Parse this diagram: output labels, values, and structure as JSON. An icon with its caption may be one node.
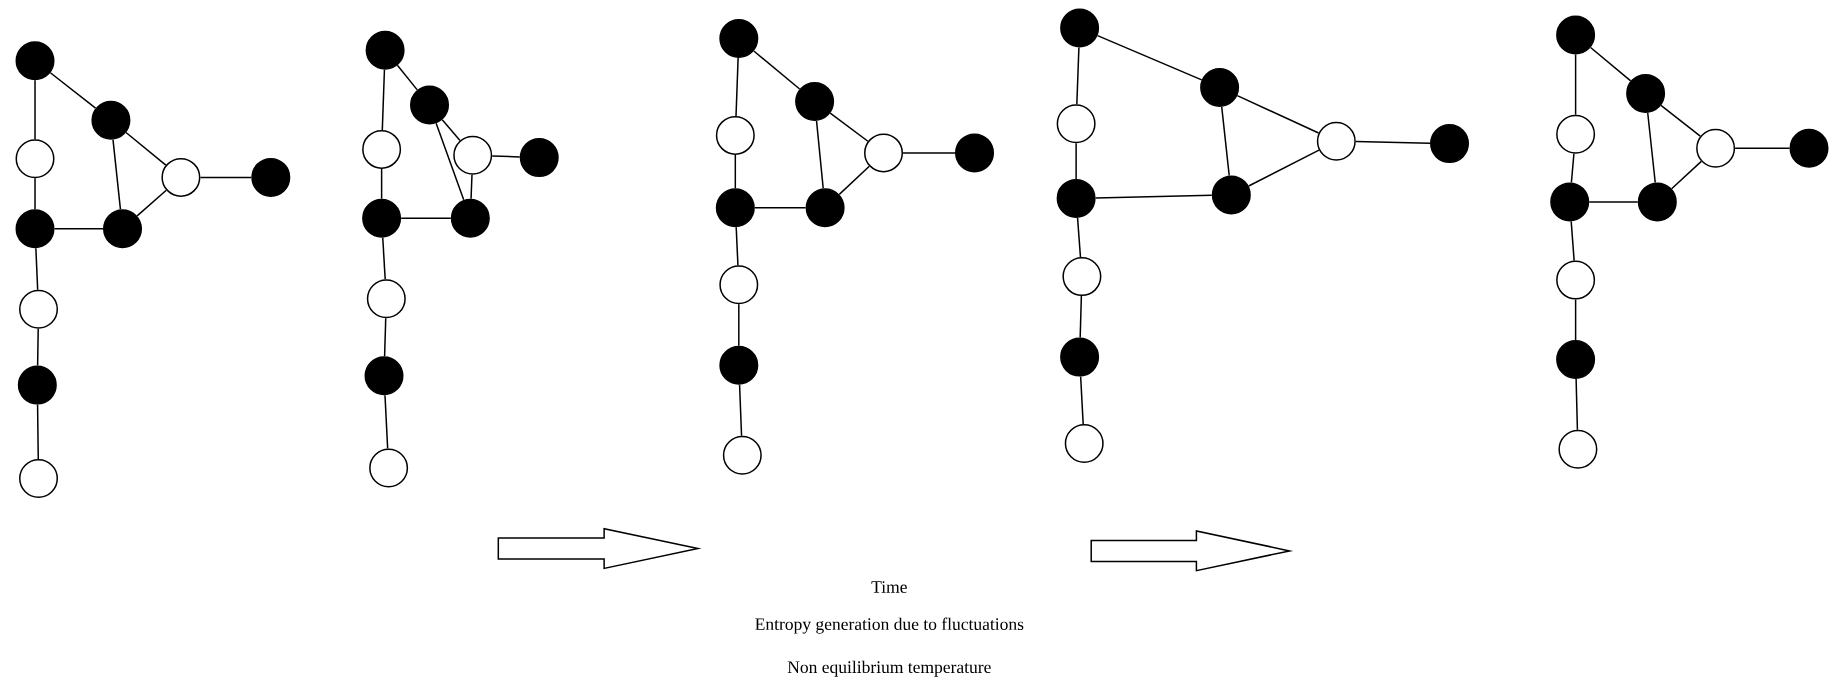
{
  "diagram": {
    "nodes": [
      {
        "text": [],
        "shape": "dot"
      },
      {
        "text": [],
        "shape": "dot"
      },
      {
        "text": [],
        "shape": "circle"
      },
      {
        "text": [],
        "shape": "circle"
      },
      {
        "text": [],
        "shape": "dot"
      },
      {
        "text": [],
        "shape": "dot"
      },
      {
        "text": [],
        "shape": "dot"
      },
      {
        "text": [],
        "shape": "circle"
      },
      {
        "text": [],
        "shape": "dot"
      },
      {
        "text": [],
        "shape": "circle"
      },
      {
        "text": [],
        "shape": "dot"
      },
      {
        "text": [],
        "shape": "dot"
      },
      {
        "text": [],
        "shape": "circle"
      },
      {
        "text": [],
        "shape": "circle"
      },
      {
        "text": [],
        "shape": "dot"
      },
      {
        "text": [],
        "shape": "dot"
      },
      {
        "text": [],
        "shape": "dot"
      },
      {
        "text": [],
        "shape": "circle"
      },
      {
        "text": [],
        "shape": "dot"
      },
      {
        "text": [],
        "shape": "circle"
      },
      {
        "text": [],
        "shape": "dot"
      },
      {
        "text": [],
        "shape": "dot"
      },
      {
        "text": [],
        "shape": "circle"
      },
      {
        "text": [],
        "shape": "circle"
      },
      {
        "text": [],
        "shape": "dot"
      },
      {
        "text": [],
        "shape": "dot"
      },
      {
        "text": [],
        "shape": "dot"
      },
      {
        "text": [],
        "shape": "circle"
      },
      {
        "text": [],
        "shape": "dot"
      },
      {
        "text": [],
        "shape": "circle"
      },
      {
        "text": [],
        "shape": "dot"
      },
      {
        "text": [],
        "shape": "dot"
      },
      {
        "text": [],
        "shape": "circle"
      },
      {
        "text": [],
        "shape": "circle"
      },
      {
        "text": [],
        "shape": "dot"
      },
      {
        "text": [],
        "shape": "dot"
      },
      {
        "text": [],
        "shape": "dot"
      },
      {
        "text": [],
        "shape": "circle"
      },
      {
        "text": [],
        "shape": "dot"
      },
      {
        "text": [],
        "shape": "circle"
      },
      {
        "text": [],
        "shape": "dot"
      },
      {
        "text": [],
        "shape": "dot"
      },
      {
        "text": [],
        "shape": "circle"
      },
      {
        "text": [],
        "shape": "circle"
      },
      {
        "text": [],
        "shape": "dot"
      },
      {
        "text": [],
        "shape": "dot"
      },
      {
        "text": [],
        "shape": "dot"
      },
      {
        "text": [],
        "shape": "circle"
      },
      {
        "text": [],
        "shape": "dot"
      },
      {
        "text": [],
        "shape": "circle"
      }
    ],
    "edges": [
      {
        "from": 0,
        "to": 2,
        "arrow": "none"
      },
      {
        "from": 2,
        "to": 5,
        "arrow": "none"
      },
      {
        "from": 5,
        "to": 7,
        "arrow": "none"
      },
      {
        "from": 7,
        "to": 8,
        "arrow": "none"
      },
      {
        "from": 8,
        "to": 9,
        "arrow": "none"
      },
      {
        "from": 0,
        "to": 1,
        "arrow": "none"
      },
      {
        "from": 1,
        "to": 3,
        "arrow": "none"
      },
      {
        "from": 1,
        "to": 6,
        "arrow": "none"
      },
      {
        "from": 5,
        "to": 6,
        "arrow": "none"
      },
      {
        "from": 6,
        "to": 3,
        "arrow": "none"
      },
      {
        "from": 3,
        "to": 4,
        "arrow": "none"
      },
      {
        "from": 10,
        "to": 12,
        "arrow": "none"
      },
      {
        "from": 12,
        "to": 15,
        "arrow": "none"
      },
      {
        "from": 15,
        "to": 17,
        "arrow": "none"
      },
      {
        "from": 17,
        "to": 18,
        "arrow": "none"
      },
      {
        "from": 18,
        "to": 19,
        "arrow": "none"
      },
      {
        "from": 10,
        "to": 11,
        "arrow": "none"
      },
      {
        "from": 11,
        "to": 13,
        "arrow": "none"
      },
      {
        "from": 11,
        "to": 16,
        "arrow": "none"
      },
      {
        "from": 15,
        "to": 16,
        "arrow": "none"
      },
      {
        "from": 16,
        "to": 13,
        "arrow": "none"
      },
      {
        "from": 13,
        "to": 14,
        "arrow": "none"
      },
      {
        "from": 20,
        "to": 22,
        "arrow": "none"
      },
      {
        "from": 22,
        "to": 25,
        "arrow": "none"
      },
      {
        "from": 25,
        "to": 27,
        "arrow": "none"
      },
      {
        "from": 27,
        "to": 28,
        "arrow": "none"
      },
      {
        "from": 28,
        "to": 29,
        "arrow": "none"
      },
      {
        "from": 20,
        "to": 21,
        "arrow": "none"
      },
      {
        "from": 21,
        "to": 23,
        "arrow": "none"
      },
      {
        "from": 21,
        "to": 26,
        "arrow": "none"
      },
      {
        "from": 25,
        "to": 26,
        "arrow": "none"
      },
      {
        "from": 26,
        "to": 23,
        "arrow": "none"
      },
      {
        "from": 23,
        "to": 24,
        "arrow": "none"
      },
      {
        "from": 30,
        "to": 32,
        "arrow": "none"
      },
      {
        "from": 32,
        "to": 35,
        "arrow": "none"
      },
      {
        "from": 35,
        "to": 37,
        "arrow": "none"
      },
      {
        "from": 37,
        "to": 38,
        "arrow": "none"
      },
      {
        "from": 38,
        "to": 39,
        "arrow": "none"
      },
      {
        "from": 30,
        "to": 31,
        "arrow": "none"
      },
      {
        "from": 31,
        "to": 33,
        "arrow": "none"
      },
      {
        "from": 31,
        "to": 36,
        "arrow": "none"
      },
      {
        "from": 35,
        "to": 36,
        "arrow": "none"
      },
      {
        "from": 36,
        "to": 33,
        "arrow": "none"
      },
      {
        "from": 33,
        "to": 34,
        "arrow": "none"
      },
      {
        "from": 40,
        "to": 42,
        "arrow": "none"
      },
      {
        "from": 42,
        "to": 45,
        "arrow": "none"
      },
      {
        "from": 45,
        "to": 47,
        "arrow": "none"
      },
      {
        "from": 47,
        "to": 48,
        "arrow": "none"
      },
      {
        "from": 48,
        "to": 49,
        "arrow": "none"
      },
      {
        "from": 40,
        "to": 41,
        "arrow": "none"
      },
      {
        "from": 41,
        "to": 43,
        "arrow": "none"
      },
      {
        "from": 41,
        "to": 46,
        "arrow": "none"
      },
      {
        "from": 45,
        "to": 46,
        "arrow": "none"
      },
      {
        "from": 46,
        "to": 43,
        "arrow": "none"
      },
      {
        "from": 43,
        "to": 44,
        "arrow": "none"
      }
    ],
    "labels": [
      "Time",
      "Entropy generation due to fluctuations",
      "Non equilibrium temperature"
    ]
  }
}
